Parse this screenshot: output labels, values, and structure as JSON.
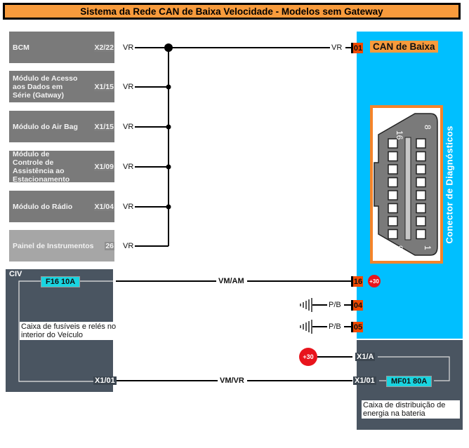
{
  "title": "Sistema da Rede CAN de Baixa Velocidade - Modelos sem Gateway",
  "modules": [
    {
      "name": "BCM",
      "pin": "X2/22",
      "wire": "VR"
    },
    {
      "name": "Módulo de Acesso aos Dados em Série (Gatway)",
      "pin": "X1/15",
      "wire": "VR"
    },
    {
      "name": "Módulo do Air Bag",
      "pin": "X1/15",
      "wire": "VR"
    },
    {
      "name": "Módulo de Controle de Assistência ao Estacionamento",
      "pin": "X1/09",
      "wire": "VR"
    },
    {
      "name": "Módulo do Rádio",
      "pin": "X1/04",
      "wire": "VR"
    },
    {
      "name": "Painel de Instrumentos",
      "pin": "26",
      "wire": "VR"
    }
  ],
  "can_bus": {
    "wire_label": "VR",
    "pin": "01",
    "label": "CAN de Baixa"
  },
  "diagnostic_connector": {
    "label": "Conector de Diagnósticos",
    "pin_numbers": {
      "top_left": "16",
      "top_right": "8",
      "bottom_left": "9",
      "bottom_right": "1"
    },
    "pins": [
      {
        "pin": "16",
        "wire": "VM/AM",
        "supply": "+30"
      },
      {
        "pin": "04",
        "wire": "P/B",
        "ground": true
      },
      {
        "pin": "05",
        "wire": "P/B",
        "ground": true
      }
    ]
  },
  "civ": {
    "label": "CIV",
    "fuse": "F16 10A",
    "description": "Caixa de fusíveis e relés no interior do Veículo",
    "pin": "X1/01"
  },
  "power_link": {
    "wire": "VM/VR"
  },
  "distribution_box": {
    "supply": "+30",
    "pin_a": "X1/A",
    "pin_01": "X1/01",
    "fuse": "MF01 80A",
    "description": "Caixa de distribuição de energia na bateria"
  },
  "colors": {
    "title_bg": "#f89b3c",
    "can_panel": "#00bfff",
    "module_bg": "#7a7a7a",
    "box_dark": "#4a5561",
    "pin_badge": "#f04a00",
    "fuse_bg": "#19d4e0",
    "supply_badge": "#e8141c"
  }
}
